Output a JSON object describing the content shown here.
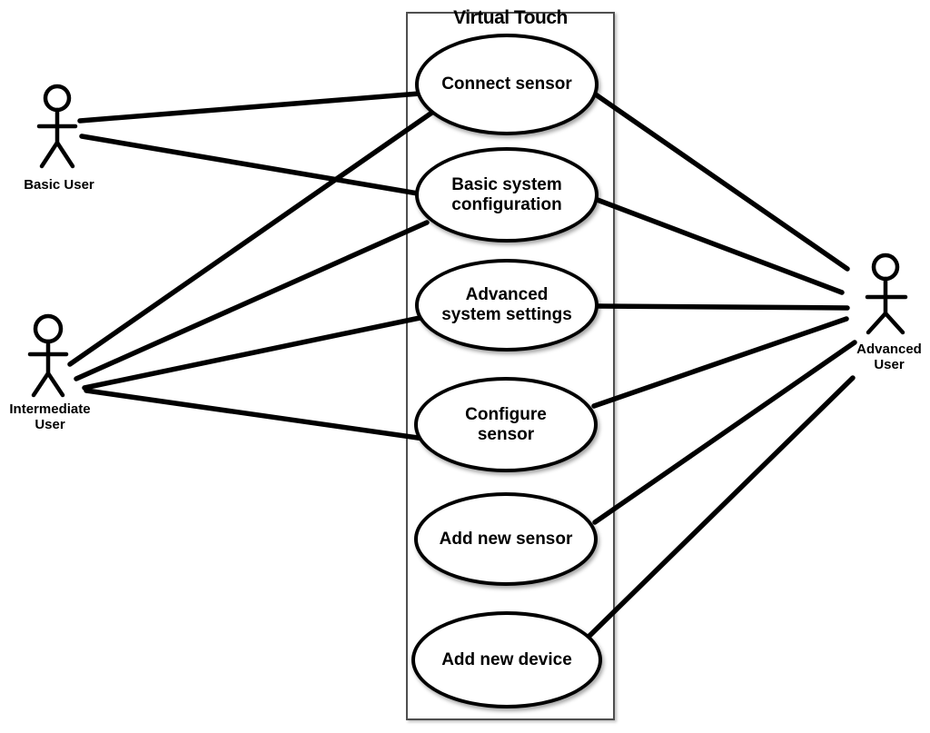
{
  "diagram": {
    "title": "Virtual Touch",
    "type": "uml-use-case-diagram",
    "colors": {
      "background": "#ffffff",
      "line": "#000000",
      "boundary_border": "#4f4f4f",
      "text": "#000000"
    },
    "actors": {
      "basic_user": {
        "id": "basic-user",
        "label": "Basic User"
      },
      "intermediate_user": {
        "id": "intermediate-user",
        "label": "Intermediate\nUser"
      },
      "advanced_user": {
        "id": "advanced-user",
        "label": "Advanced\nUser"
      }
    },
    "use_cases": {
      "connect_sensor": {
        "id": "connect-sensor",
        "label": "Connect sensor"
      },
      "basic_system_configuration": {
        "id": "basic-system-configuration",
        "label": "Basic system\nconfiguration"
      },
      "advanced_system_settings": {
        "id": "advanced-system-settings",
        "label": "Advanced\nsystem settings"
      },
      "configure_sensor": {
        "id": "configure-sensor",
        "label": "Configure\nsensor"
      },
      "add_new_sensor": {
        "id": "add-new-sensor",
        "label": "Add new sensor"
      },
      "add_new_device": {
        "id": "add-new-device",
        "label": "Add new device"
      }
    },
    "edges": [
      {
        "from": "basic-user",
        "to": "connect-sensor"
      },
      {
        "from": "basic-user",
        "to": "basic-system-configuration"
      },
      {
        "from": "intermediate-user",
        "to": "connect-sensor"
      },
      {
        "from": "intermediate-user",
        "to": "basic-system-configuration"
      },
      {
        "from": "intermediate-user",
        "to": "advanced-system-settings"
      },
      {
        "from": "intermediate-user",
        "to": "configure-sensor"
      },
      {
        "from": "connect-sensor",
        "to": "advanced-user"
      },
      {
        "from": "basic-system-configuration",
        "to": "advanced-user"
      },
      {
        "from": "advanced-system-settings",
        "to": "advanced-user"
      },
      {
        "from": "configure-sensor",
        "to": "advanced-user"
      },
      {
        "from": "add-new-sensor",
        "to": "advanced-user"
      },
      {
        "from": "add-new-device",
        "to": "advanced-user"
      }
    ]
  }
}
